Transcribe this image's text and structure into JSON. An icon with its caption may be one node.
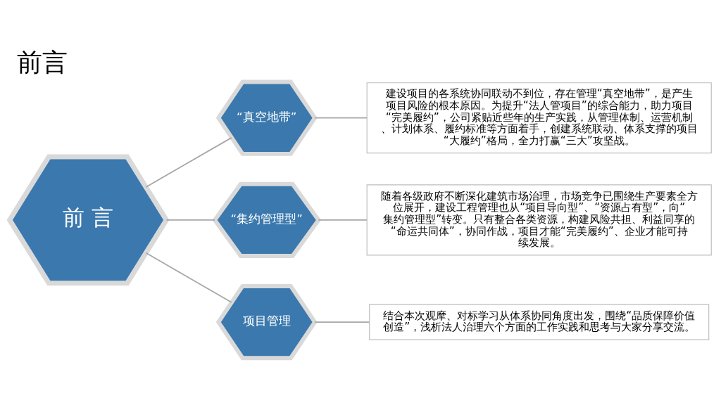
{
  "diagram": {
    "title": "前言",
    "nodes": [
      {
        "text": [
          "前 言"
        ]
      },
      {
        "text": [
          "“真空地带”"
        ]
      },
      {
        "text": [
          "“集约管理型”"
        ]
      },
      {
        "text": [
          "项目管理"
        ]
      },
      {
        "text": [
          "建设项目的各系统协同联动不到位，存在管理“真空地带”，是产生项目风险的根本原因。为提升“法人管项目”的综合能力，助力项目“完美履约”，公司紧贴近些年的生产实践，从管理体制、运营机制、计划体系、履约标准等方面着手，创建系统联动、体系支撑的项目“大履约”格局，全力打赢“三大”攻坚战。"
        ]
      },
      {
        "text": [
          "随着各级政府不断深化建筑市场治理，市场竞争已围绕生产要素全方位展开，建设工程管理也从“项目导向型”、“资源占有型”，向“集约管理型”转变。只有整合各类资源，构建风险共担、利益同享的“命运共同体”，协同作战，项目才能“完美履约”、企业才能可持续发展。"
        ]
      },
      {
        "text": [
          "结合本次观摩、对标学习从体系协同角度出发，围绕“品质保障价值创造”，浅析法人治理六个方面的工作实践和思考与大家分享交流。"
        ]
      }
    ],
    "edges": [
      {
        "from": 0,
        "to": 1,
        "arrow": "none"
      },
      {
        "from": 0,
        "to": 2,
        "arrow": "none"
      },
      {
        "from": 0,
        "to": 3,
        "arrow": "none"
      },
      {
        "from": 1,
        "to": 4,
        "arrow": "none"
      },
      {
        "from": 2,
        "to": 5,
        "arrow": "none"
      },
      {
        "from": 3,
        "to": 6,
        "arrow": "none"
      }
    ]
  }
}
